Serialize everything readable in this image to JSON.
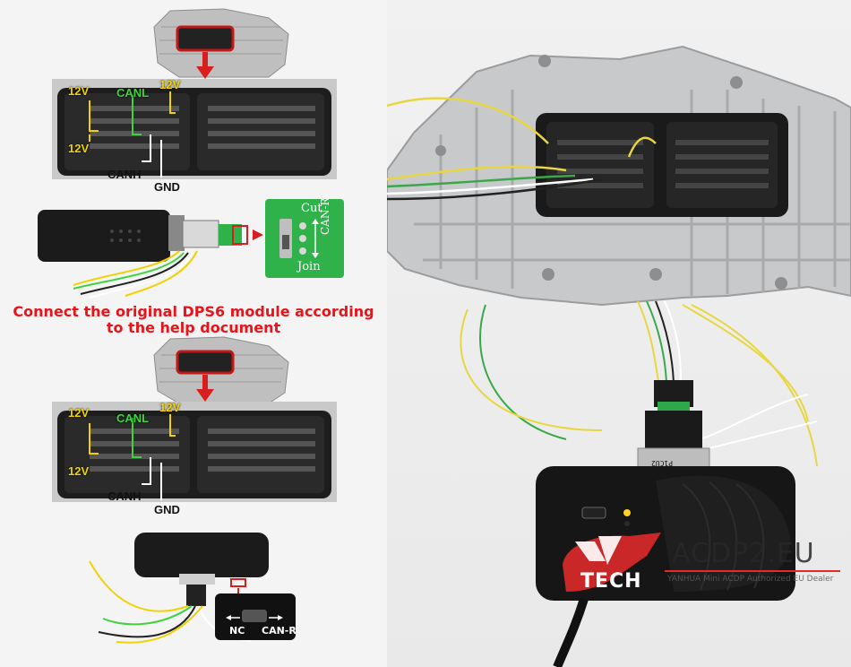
{
  "step1": {
    "label_12v_top_left": "12V",
    "label_canl": "CANL",
    "label_12v_top_right": "12V",
    "label_12v_bottom": "12V",
    "label_canh": "CANH",
    "label_gnd": "GND"
  },
  "cable_card": {
    "cut": "Cut",
    "join": "Join",
    "can_r": "CAN-R"
  },
  "instruction": {
    "line1": "Connect the original DPS6 module according",
    "line2": "to the help document"
  },
  "step2": {
    "label_12v_top_left": "12V",
    "label_canl": "CANL",
    "label_12v_top_right": "12V",
    "label_12v_bottom": "12V",
    "label_canh": "CANH",
    "label_gnd": "GND"
  },
  "switch_panel": {
    "nc": "NC",
    "can_r": "CAN-R"
  },
  "watermark": {
    "brand": "ACDP2.EU",
    "tagline": "YANHUA Mini ACDP Authorized EU Dealer",
    "tech": "TECH"
  },
  "plate": {
    "code": "P1CU2"
  },
  "colors": {
    "instruction_red": "#e8141a",
    "label_yellow": "#f2d100",
    "label_green": "#3fd33f",
    "card_green": "#2fb24a",
    "watermark_red": "#e42b2b"
  }
}
